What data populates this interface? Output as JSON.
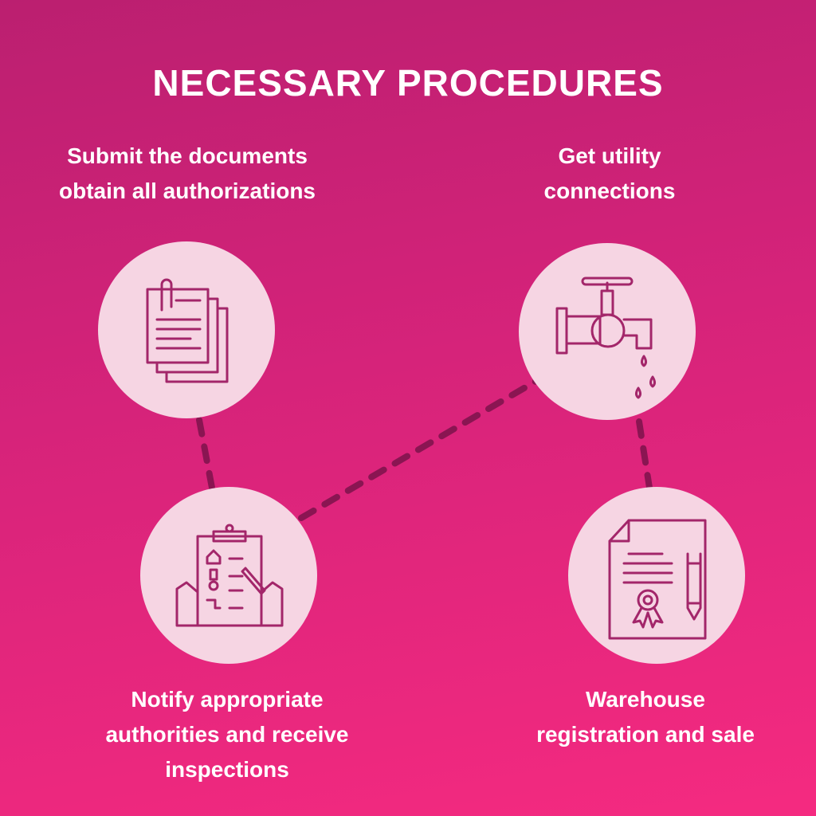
{
  "title": "NECESSARY PROCEDURES",
  "colors": {
    "background_top": "#bb1f70",
    "background_bottom": "#f52a80",
    "circle_fill": "#f6d5e3",
    "icon_stroke": "#a3266a",
    "connector": "#8a1552",
    "text": "#ffffff"
  },
  "steps": [
    {
      "icon": "documents-icon",
      "lines": [
        "Submit the documents",
        "obtain all authorizations"
      ]
    },
    {
      "icon": "water-tap-icon",
      "lines": [
        "Get utility",
        "connections"
      ]
    },
    {
      "icon": "inspection-clipboard-icon",
      "lines": [
        "Notify appropriate",
        "authorities and receive",
        "inspections"
      ]
    },
    {
      "icon": "certificate-icon",
      "lines": [
        "Warehouse",
        "registration and sale"
      ]
    }
  ]
}
